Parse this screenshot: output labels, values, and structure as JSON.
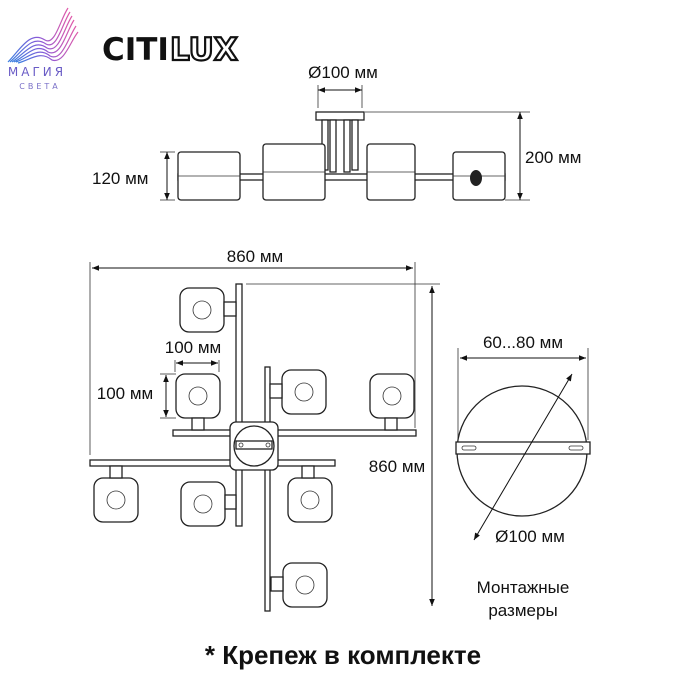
{
  "logos": {
    "magia": {
      "line1": "МАГИЯ",
      "line2": "СВЕТА"
    },
    "citilux": {
      "part1": "CITI",
      "part2": "LUX"
    }
  },
  "side_view": {
    "canopy_diameter": "Ø100 мм",
    "height_total": "200 мм",
    "shade_height": "120 мм"
  },
  "plan_view": {
    "width": "860 мм",
    "depth": "860 мм",
    "shade_width": "100 мм",
    "shade_depth": "100 мм"
  },
  "mounting": {
    "bar_range": "60...80 мм",
    "plate_diameter": "Ø100 мм",
    "caption_line1": "Монтажные",
    "caption_line2": "размеры"
  },
  "footer": "* Крепеж в комплекте",
  "colors": {
    "line": "#222222",
    "brand_purple": "#6a5cc6",
    "brand_pink": "#d060b0"
  }
}
